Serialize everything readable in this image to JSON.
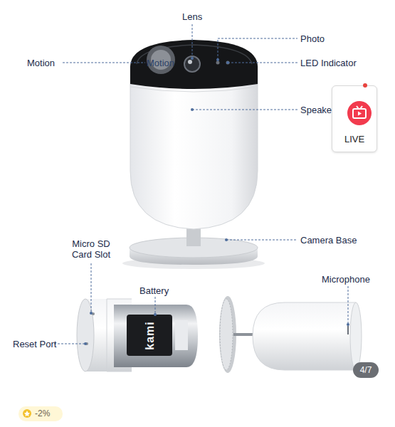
{
  "diagram": {
    "nodes": [
      {
        "text": [
          "LIVE"
        ]
      },
      {
        "text": [
          "4/7"
        ]
      }
    ],
    "labels": [
      "Lens",
      "Photo",
      "Motion",
      "Motion",
      "LED Indicator",
      "Speake",
      "Camera Base",
      "Micro SD Card Slot",
      "Battery",
      "Microphone",
      "Reset Port",
      "kami",
      "-2%"
    ]
  }
}
